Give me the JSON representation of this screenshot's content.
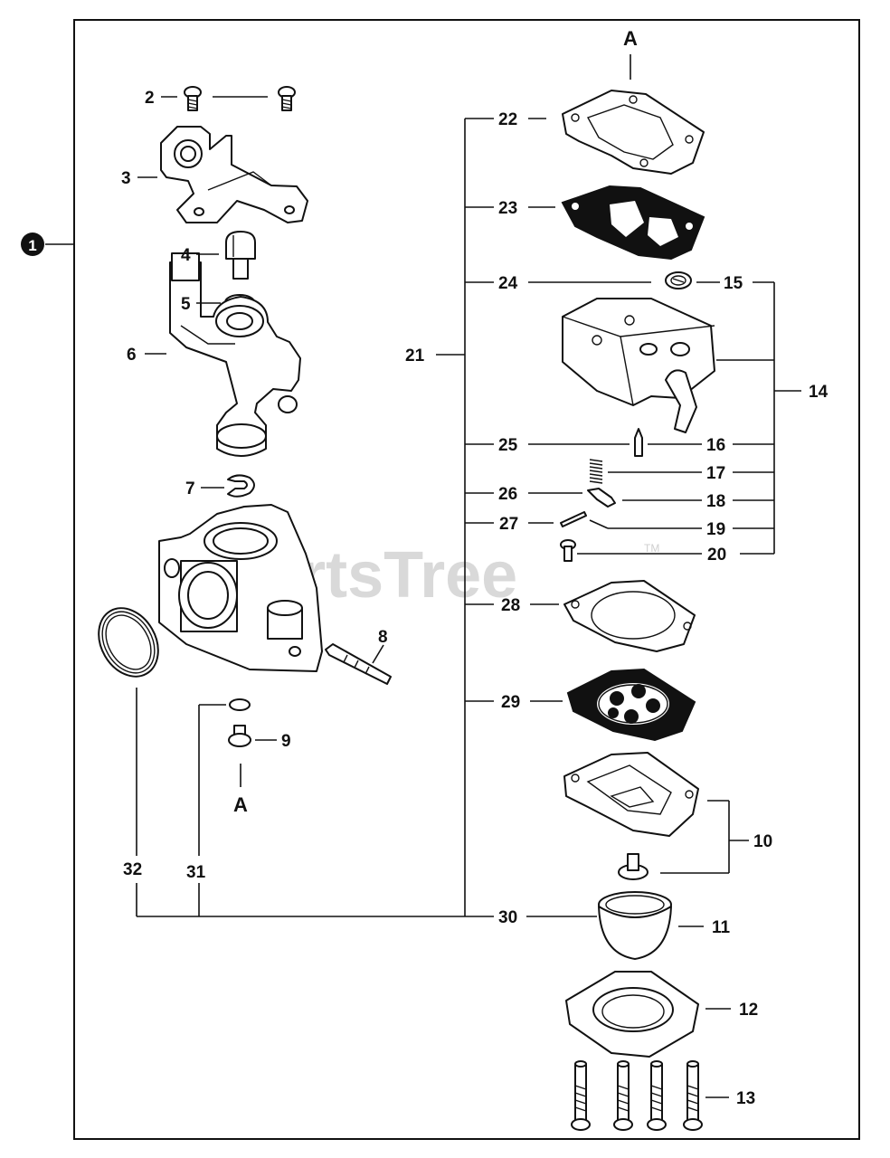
{
  "diagram": {
    "item_badge": "1",
    "watermark": "PartsTree",
    "watermark_tm": "TM",
    "reference_top": "A",
    "reference_bottom": "A",
    "callouts": {
      "c2": "2",
      "c3": "3",
      "c4": "4",
      "c5": "5",
      "c6": "6",
      "c7": "7",
      "c8": "8",
      "c9": "9",
      "c10": "10",
      "c11": "11",
      "c12": "12",
      "c13": "13",
      "c14": "14",
      "c15": "15",
      "c16": "16",
      "c17": "17",
      "c18": "18",
      "c19": "19",
      "c20": "20",
      "c21": "21",
      "c22": "22",
      "c23": "23",
      "c24": "24",
      "c25": "25",
      "c26": "26",
      "c27": "27",
      "c28": "28",
      "c29": "29",
      "c30": "30",
      "c31": "31",
      "c32": "32"
    }
  }
}
